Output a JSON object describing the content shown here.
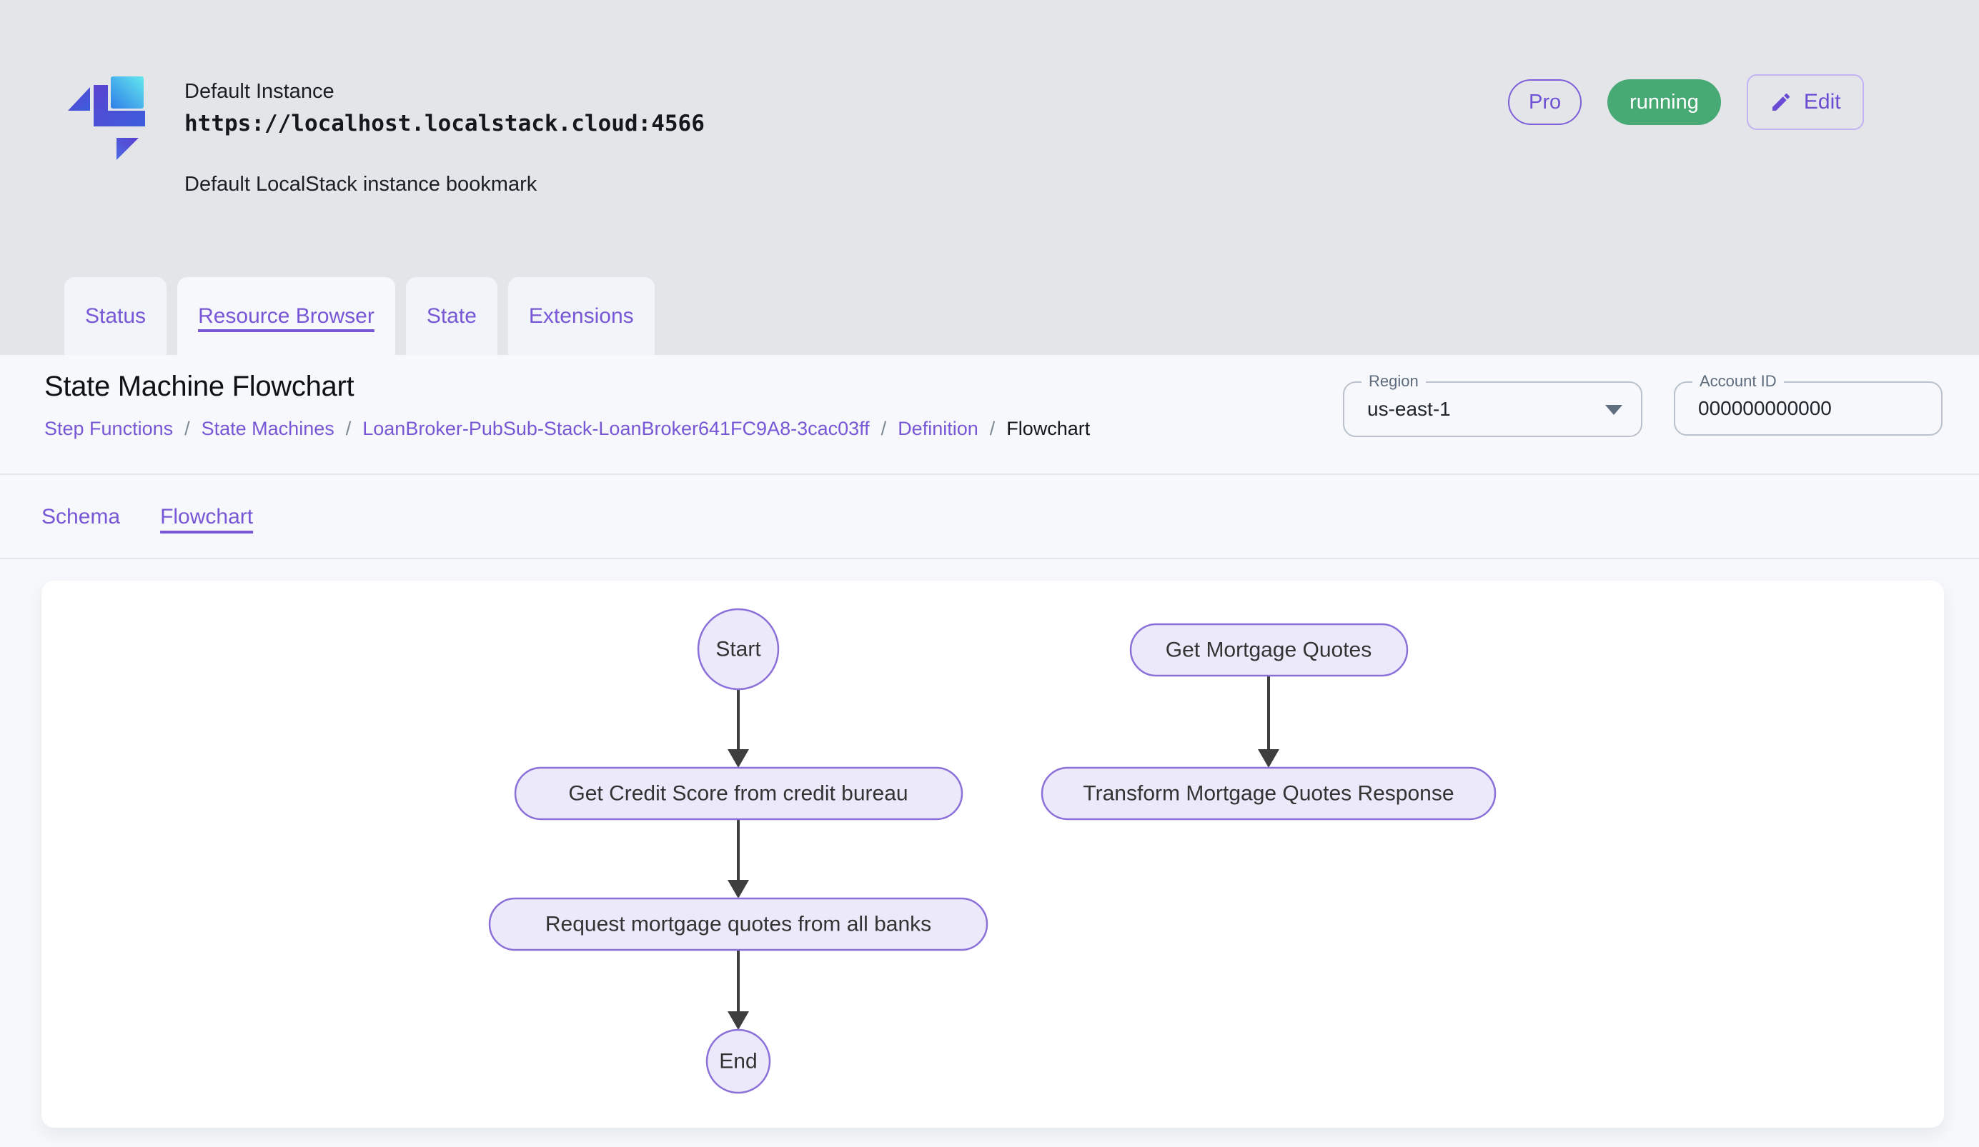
{
  "header": {
    "instance_name": "Default Instance",
    "instance_url": "https://localhost.localstack.cloud:4566",
    "instance_description": "Default LocalStack instance bookmark",
    "pro_badge": "Pro",
    "status_badge": "running",
    "edit_button": "Edit"
  },
  "tabs": [
    {
      "label": "Status",
      "active": false
    },
    {
      "label": "Resource Browser",
      "active": true
    },
    {
      "label": "State",
      "active": false
    },
    {
      "label": "Extensions",
      "active": false
    }
  ],
  "page": {
    "title": "State Machine Flowchart",
    "breadcrumb": [
      "Step Functions",
      "State Machines",
      "LoanBroker-PubSub-Stack-LoanBroker641FC9A8-3cac03ff",
      "Definition",
      "Flowchart"
    ],
    "breadcrumb_separator": "/",
    "region": {
      "label": "Region",
      "value": "us-east-1"
    },
    "account": {
      "label": "Account ID",
      "value": "000000000000"
    },
    "subtabs": [
      {
        "label": "Schema",
        "active": false
      },
      {
        "label": "Flowchart",
        "active": true
      }
    ]
  },
  "flowchart": {
    "nodes": [
      {
        "id": "start",
        "label": "Start",
        "shape": "circle"
      },
      {
        "id": "get-mortgage-quotes",
        "label": "Get Mortgage Quotes",
        "shape": "stadium"
      },
      {
        "id": "get-credit-score",
        "label": "Get Credit Score from credit bureau",
        "shape": "stadium"
      },
      {
        "id": "transform-response",
        "label": "Transform Mortgage Quotes Response",
        "shape": "stadium"
      },
      {
        "id": "request-quotes",
        "label": "Request mortgage quotes from all banks",
        "shape": "stadium"
      },
      {
        "id": "end",
        "label": "End",
        "shape": "circle"
      }
    ],
    "edges": [
      {
        "from": "start",
        "to": "get-credit-score"
      },
      {
        "from": "get-mortgage-quotes",
        "to": "transform-response"
      },
      {
        "from": "get-credit-score",
        "to": "request-quotes"
      },
      {
        "from": "request-quotes",
        "to": "end"
      }
    ]
  },
  "colors": {
    "accent_purple": "#7857d6",
    "status_green": "#47a974",
    "node_fill": "#ece9fb",
    "node_stroke": "#8c70d9",
    "page_background": "#e3e5e9",
    "panel_background": "#f6f8fb"
  }
}
